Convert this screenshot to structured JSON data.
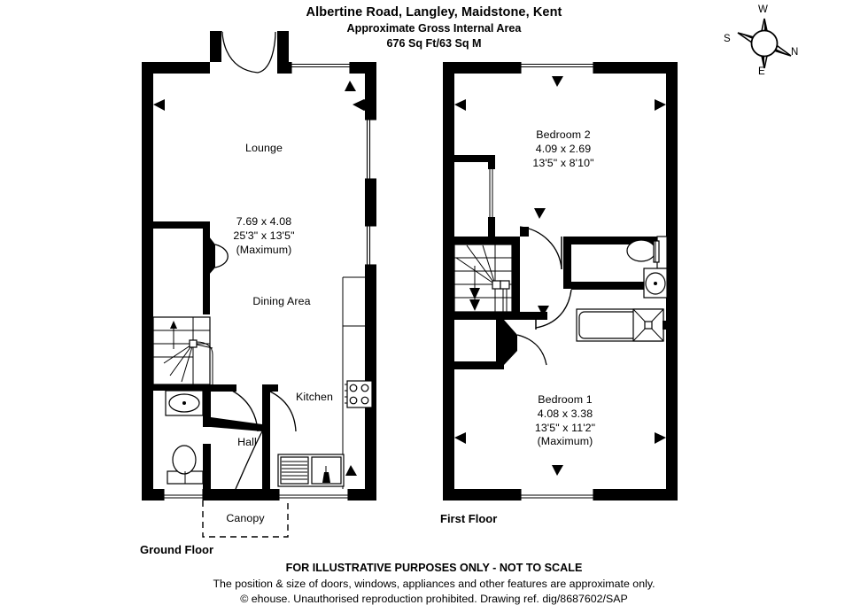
{
  "header": {
    "title": "Albertine Road, Langley, Maidstone, Kent",
    "subtitle": "Approximate Gross Internal Area",
    "area": "676 Sq Ft/63 Sq M"
  },
  "compass": {
    "north": "N",
    "east": "E",
    "south": "S",
    "west": "W"
  },
  "ground_floor": {
    "caption": "Ground Floor",
    "rooms": [
      {
        "name": "lounge",
        "label": "Lounge"
      },
      {
        "name": "lounge-dimensions",
        "label": "7.69 x 4.08\n25'3\" x 13'5\"\n(Maximum)"
      },
      {
        "name": "dining-area",
        "label": "Dining Area"
      },
      {
        "name": "kitchen",
        "label": "Kitchen"
      },
      {
        "name": "hall",
        "label": "Hall"
      },
      {
        "name": "canopy",
        "label": "Canopy"
      }
    ]
  },
  "first_floor": {
    "caption": "First Floor",
    "rooms": [
      {
        "name": "bedroom-2",
        "label": "Bedroom 2\n4.09 x 2.69\n13'5\" x 8'10\""
      },
      {
        "name": "bedroom-1",
        "label": "Bedroom 1\n4.08 x 3.38\n13'5\" x 11'2\"\n(Maximum)"
      }
    ]
  },
  "footer": {
    "line1": "FOR ILLUSTRATIVE PURPOSES ONLY - NOT TO SCALE",
    "line2": "The position & size of doors, windows, appliances and other features are approximate only.",
    "line3": "© ehouse. Unauthorised reproduction prohibited. Drawing ref. dig/8687602/SAP"
  },
  "colors": {
    "wall": "#000000",
    "background": "#ffffff",
    "line": "#000000"
  }
}
